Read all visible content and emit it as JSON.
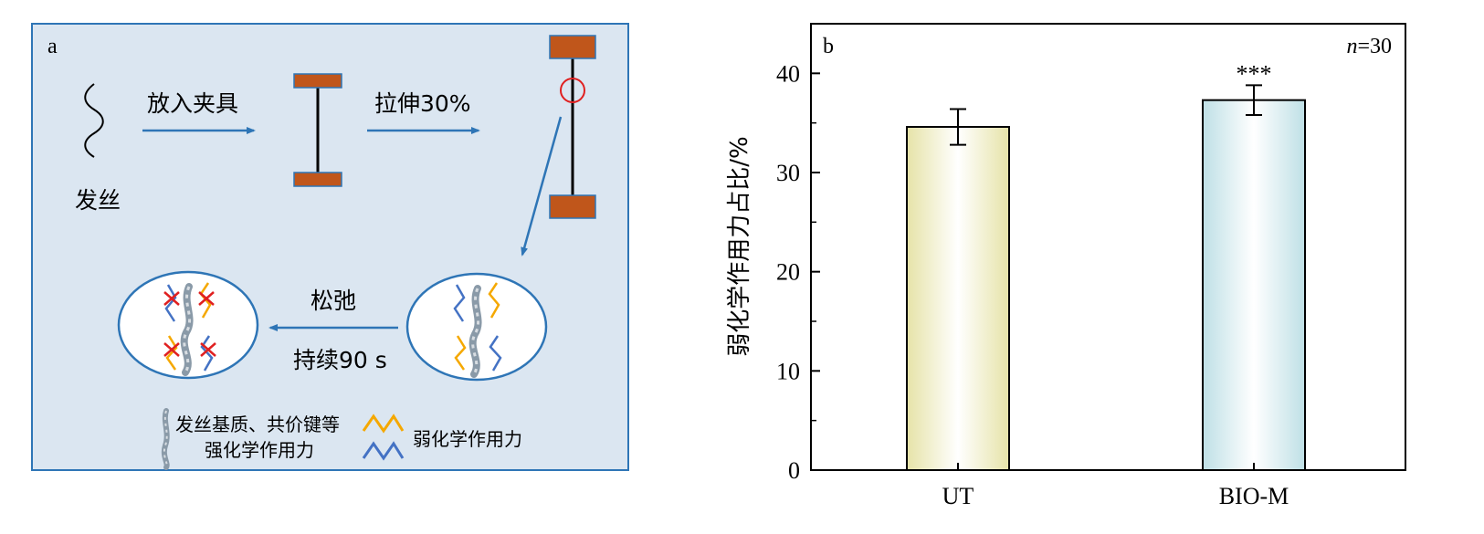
{
  "panel_a": {
    "label": "a",
    "hair_label": "发丝",
    "step1_label": "放入夹具",
    "step2_label": "拉伸30%",
    "relax_label": "松弛",
    "hold_label": "持续90 s",
    "legend": {
      "matrix_line1": "发丝基质、共价键等",
      "matrix_line2": "强化学作用力",
      "weak_label": "弱化学作用力"
    },
    "colors": {
      "background": "#dbe6f1",
      "border": "#2e75b6",
      "arrow": "#2e75b6",
      "clamp": "#c0561b",
      "circle": "#e02020",
      "weak_bond": "#4472c4",
      "strong_bond": "#f5a800"
    }
  },
  "chart_data": {
    "type": "bar",
    "panel_label": "b",
    "annotation": "n=30",
    "annotation_italic": "n",
    "annotation_rest": "=30",
    "categories": [
      "UT",
      "BIO-M"
    ],
    "values": [
      34.6,
      37.3
    ],
    "errors": [
      1.8,
      1.5
    ],
    "significance": [
      "",
      "***"
    ],
    "xlabel": "",
    "ylabel": "弱化学作用力占比/%",
    "ylim": [
      0,
      45
    ],
    "yticks": [
      0,
      10,
      20,
      30,
      40
    ],
    "grid": false,
    "bar_colors": [
      "#e6e3a8",
      "#bfe0e6"
    ]
  }
}
